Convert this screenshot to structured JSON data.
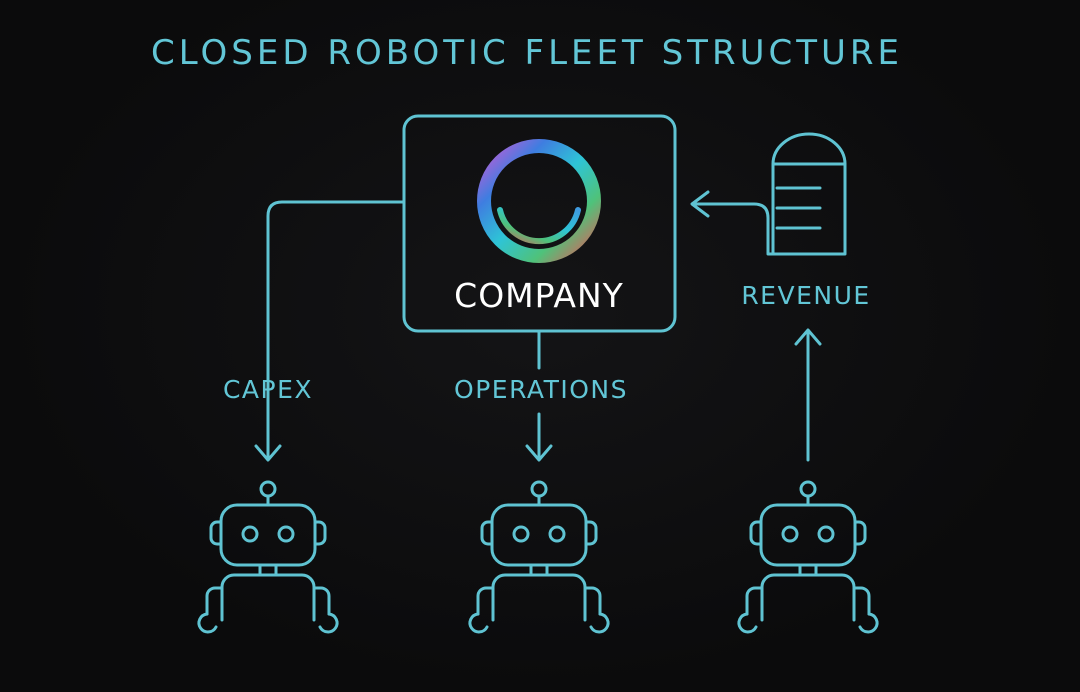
{
  "title": "CLOSED ROBOTIC FLEET STRUCTURE",
  "company": {
    "name": "COMPANY",
    "logo_icon": "gradient-ring-logo-icon"
  },
  "flows": {
    "capex": "CAPEX",
    "operations": "OPERATIONS",
    "revenue": "REVENUE"
  },
  "icons": {
    "robot": "robot-icon",
    "silo": "silo-icon"
  },
  "colors": {
    "background": "#0b0b0c",
    "line": "#5fc3d2",
    "company_text": "#ffffff",
    "logo_gradient": [
      "#3f7de0",
      "#2ec4d6",
      "#4fc27a",
      "#e25a5a",
      "#c95ad6"
    ]
  }
}
